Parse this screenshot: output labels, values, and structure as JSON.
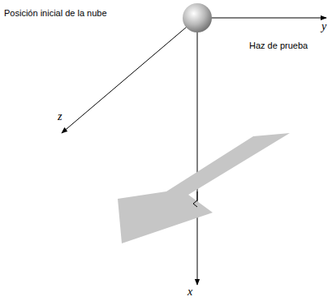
{
  "diagram": {
    "labels": [
      "Posición inicial de la nube",
      "y",
      "z",
      "Haz de prueba",
      "x"
    ]
  }
}
